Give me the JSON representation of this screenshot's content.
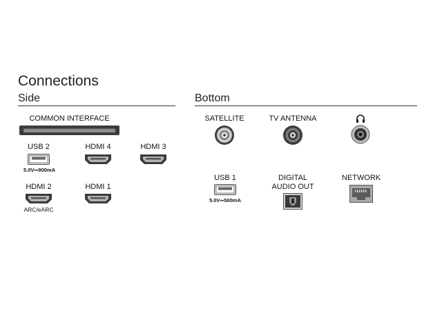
{
  "page": {
    "title": "Connections"
  },
  "side": {
    "heading": "Side",
    "ports": [
      {
        "label": "COMMON INTERFACE",
        "icon": "common-interface-slot-icon"
      },
      {
        "label": "USB 2",
        "sublabel": "5.0V⎓900mA",
        "icon": "usb-port-icon"
      },
      {
        "label": "HDMI 4",
        "icon": "hdmi-port-icon"
      },
      {
        "label": "HDMI 3",
        "icon": "hdmi-port-icon"
      },
      {
        "label": "HDMI 2",
        "sublabel": "ARC/eARC",
        "icon": "hdmi-port-icon"
      },
      {
        "label": "HDMI 1",
        "icon": "hdmi-port-icon"
      }
    ]
  },
  "bottom": {
    "heading": "Bottom",
    "ports": [
      {
        "label": "SATELLITE",
        "icon": "satellite-connector-icon"
      },
      {
        "label": "TV ANTENNA",
        "icon": "antenna-connector-icon"
      },
      {
        "label": "",
        "icon": "headphones-icon"
      },
      {
        "label": "USB 1",
        "sublabel": "5.0V⎓500mA",
        "icon": "usb-port-icon"
      },
      {
        "label_line1": "DIGITAL",
        "label_line2": "AUDIO OUT",
        "icon": "optical-audio-port-icon"
      },
      {
        "label": "NETWORK",
        "icon": "ethernet-port-icon"
      }
    ]
  },
  "colors": {
    "port_dark": "#3a3a3a",
    "port_metal": "#9a9a9a",
    "rule": "#333333"
  }
}
